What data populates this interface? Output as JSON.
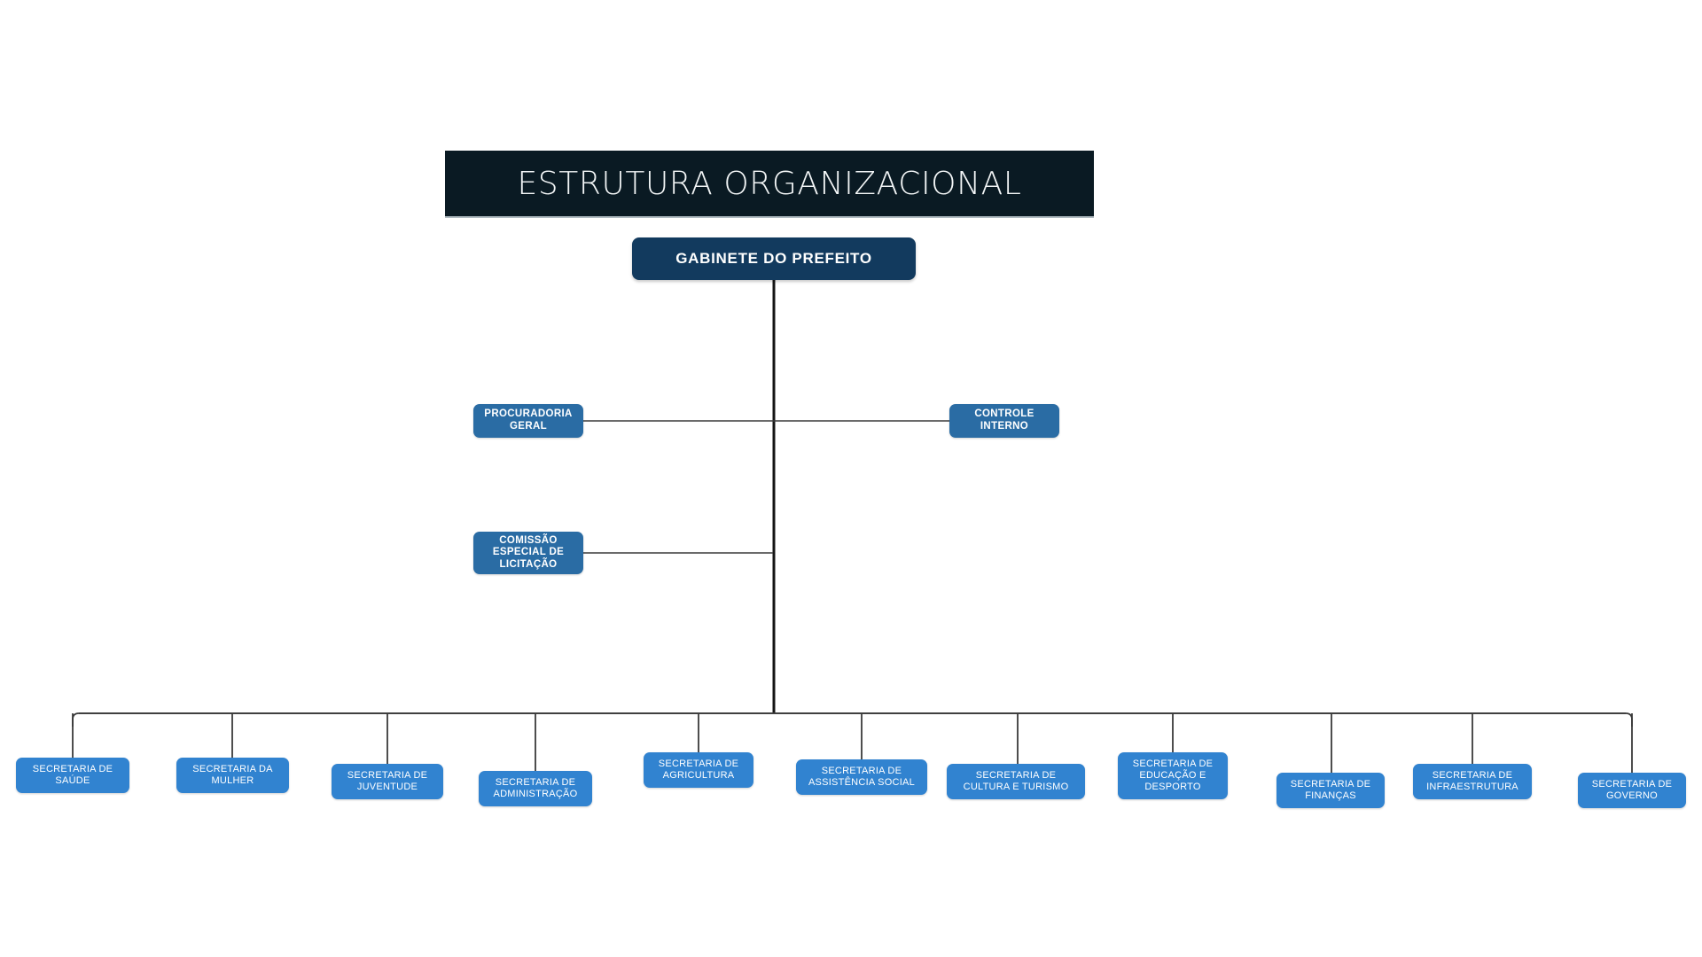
{
  "document": {
    "background_color": "#ffffff",
    "title_banner": {
      "text": "ESTRUTURA ORGANIZACIONAL",
      "background_color": "#0a1a23",
      "text_color": "#ffffff"
    }
  },
  "palette": {
    "banner_dark": "#0a1a23",
    "root_navy": "#123a5e",
    "staff_blue": "#2a6ca4",
    "dept_blue": "#3183d0",
    "connector_line": "#1a1a1a"
  },
  "org_chart": {
    "type": "organizational-chart",
    "root": {
      "label": "GABINETE DO PREFEITO",
      "level": 0,
      "color": "#123a5e"
    },
    "staff_units": [
      {
        "label": "PROCURADORIA\nGERAL",
        "side": "left",
        "level": 1,
        "color": "#2a6ca4"
      },
      {
        "label": "CONTROLE\nINTERNO",
        "side": "right",
        "level": 1,
        "color": "#2a6ca4"
      },
      {
        "label": "COMISSÃO\nESPECIAL DE\nLICITAÇÃO",
        "side": "left",
        "level": 2,
        "color": "#2a6ca4"
      }
    ],
    "departments": [
      {
        "label": "SECRETARIA DE\nSAÚDE",
        "color": "#3183d0"
      },
      {
        "label": "SECRETARIA DA\nMULHER",
        "color": "#3183d0"
      },
      {
        "label": "SECRETARIA DE\nJUVENTUDE",
        "color": "#3183d0"
      },
      {
        "label": "SECRETARIA DE\nADMINISTRAÇÃO",
        "color": "#3183d0"
      },
      {
        "label": "SECRETARIA DE\nAGRICULTURA",
        "color": "#3183d0"
      },
      {
        "label": "SECRETARIA DE\nASSISTÊNCIA SOCIAL",
        "color": "#3183d0"
      },
      {
        "label": "SECRETARIA DE\nCULTURA E TURISMO",
        "color": "#3183d0"
      },
      {
        "label": "SECRETARIA DE\nEDUCAÇÃO E\nDESPORTO",
        "color": "#3183d0"
      },
      {
        "label": "SECRETARIA DE\nFINANÇAS",
        "color": "#3183d0"
      },
      {
        "label": "SECRETARIA DE\nINFRAESTRUTURA",
        "color": "#3183d0"
      },
      {
        "label": "SECRETARIA DE\nGOVERNO",
        "color": "#3183d0"
      }
    ]
  }
}
